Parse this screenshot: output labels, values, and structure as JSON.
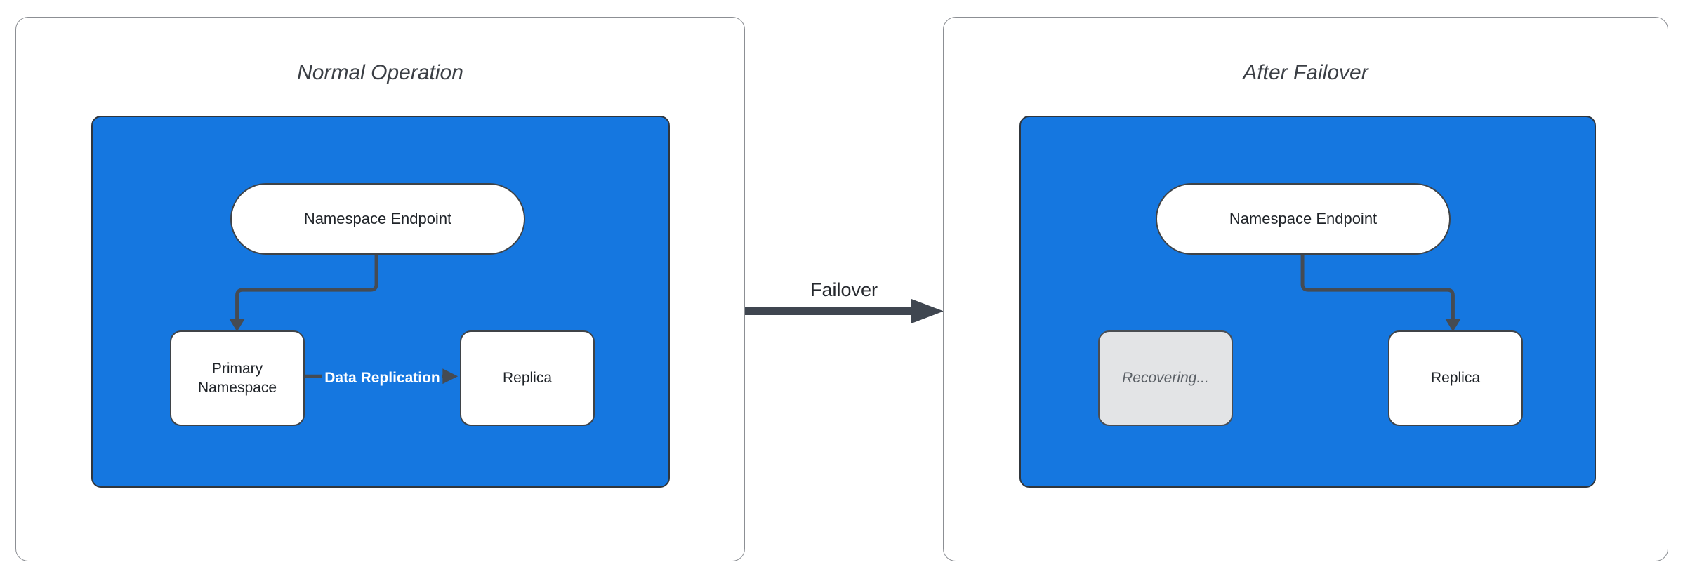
{
  "panels": {
    "normal": {
      "title": "Normal Operation",
      "endpoint_label": "Namespace Endpoint",
      "primary_label": "Primary Namespace",
      "replica_label": "Replica",
      "replication_label": "Data Replication"
    },
    "failover": {
      "title": "After Failover",
      "endpoint_label": "Namespace Endpoint",
      "recovering_label": "Recovering...",
      "replica_label": "Replica"
    }
  },
  "transition": {
    "label": "Failover"
  },
  "colors": {
    "container_blue": "#1577E0",
    "node_border": "#3F4347",
    "connector": "#454B53",
    "transition_arrow": "#3F4650",
    "panel_border": "#8C8F94",
    "recovering_fill": "#E3E4E6",
    "recovering_text": "#5B6066",
    "edge_label_text": "#FFFFFF",
    "title_text": "#3B3F45"
  }
}
